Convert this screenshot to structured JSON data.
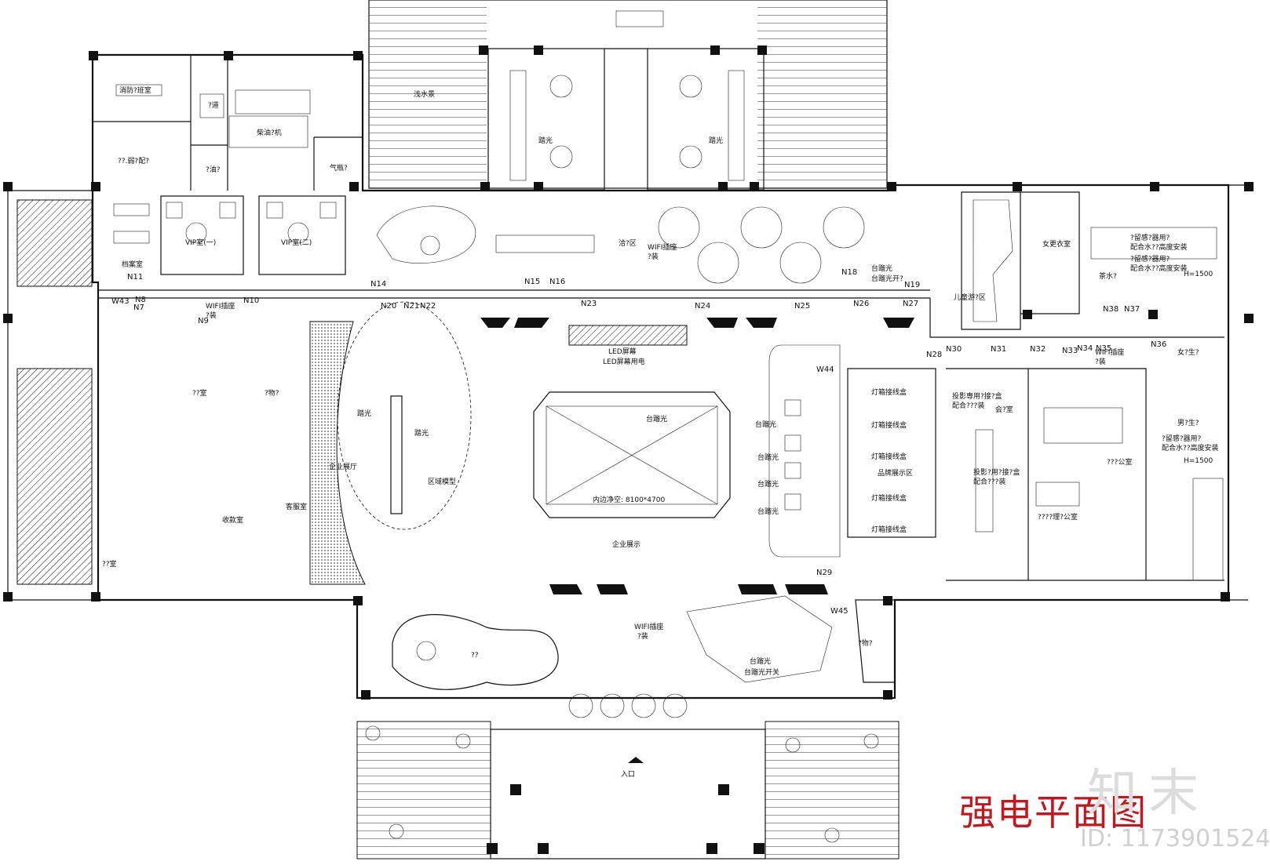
{
  "title": "强电平面图",
  "watermark": {
    "logo_text": "知末",
    "id_text": "ID: 1173901524"
  },
  "rooms": {
    "fire_duty": "消防?班室",
    "corridor_a": "?道",
    "diesel": "柴油?机",
    "low_voltage": "??.弱?配?",
    "oil": "?油?",
    "gas": "气瓶?",
    "water_feature_top": "浅水景",
    "archive": "档案室",
    "vip1": "VIP室(一)",
    "vip2": "VIP室(二)",
    "tea_area": "洽?区",
    "room_a": "??室",
    "storage": "?物?",
    "cashier": "收款室",
    "customer_service": "客服室",
    "room_b": "??室",
    "enterprise_hall": "企业展厅",
    "area_model": "区域模型",
    "enterprise_show": "企业展示",
    "led_screen": "LED屏幕",
    "led_power": "LED屏幕用电",
    "inner_clear": "内边净空: 8100*4700",
    "kids_area": "儿童游?区",
    "female_locker": "女更衣室",
    "brand_show": "品牌展示区",
    "meeting": "会?室",
    "office1": "???公室",
    "office2": "????理?公室",
    "pantry": "茶水?",
    "female_wc": "女?生?",
    "male_wc": "男?生?",
    "storage2": "?物?",
    "pond": "??",
    "entrance": "入口"
  },
  "notes": {
    "wifi1": "WIFI插座",
    "wifi1b": "?装",
    "wifi2": "WIFI插座",
    "wifi2b": "?装",
    "wifi3": "WIFI插座",
    "wifi3b": "?装",
    "wifi4": "WIFI插座",
    "wifi4b": "?装",
    "spot1": "踏光",
    "spot2": "踏光",
    "spot3": "踏光",
    "spot4": "踏光",
    "desk_light1": "台蹓光",
    "desk_light2": "台蹓光开?",
    "desk_light3": "台蹓光",
    "desk_light4": "台蹓光",
    "desk_light5": "台蹓光",
    "desk_light6": "台蹓光",
    "desk_light7": "台蹓光",
    "desk_light8": "台蹓光",
    "desk_light9": "台蹓光开关",
    "lightbox1": "灯箱接线盒",
    "lightbox2": "灯箱接线盒",
    "lightbox3": "灯箱接线盒",
    "lightbox4": "灯箱接线盒",
    "lightbox5": "灯箱接线盒",
    "proj1": "投影専用?接?盒",
    "proj1b": "配合???装",
    "proj2": "投影?用?接?盒",
    "proj2b": "配合???装",
    "sensor1": "?留感?器用?",
    "sensor1b": "配合水??高度安装",
    "sensor1c": "?留感?器用?",
    "sensor1d": "配合水??高度安装",
    "sensor2": "?留感?器用?",
    "sensor2b": "配合水??高度安装",
    "h1": "H=1500",
    "h2": "H=1500",
    "spot_upper1": "踏光",
    "spot_upper2": "踏光"
  },
  "nodes": [
    "N7",
    "N8",
    "N9",
    "N10",
    "N11",
    "N14",
    "N15",
    "N16",
    "N18",
    "N19",
    "N20",
    "N21",
    "N22",
    "N23",
    "N24",
    "N25",
    "N26",
    "N27",
    "N28",
    "N29",
    "N30",
    "N31",
    "N32",
    "N33",
    "N34",
    "N35",
    "N36",
    "N37",
    "N38",
    "W43",
    "W44",
    "W45"
  ]
}
